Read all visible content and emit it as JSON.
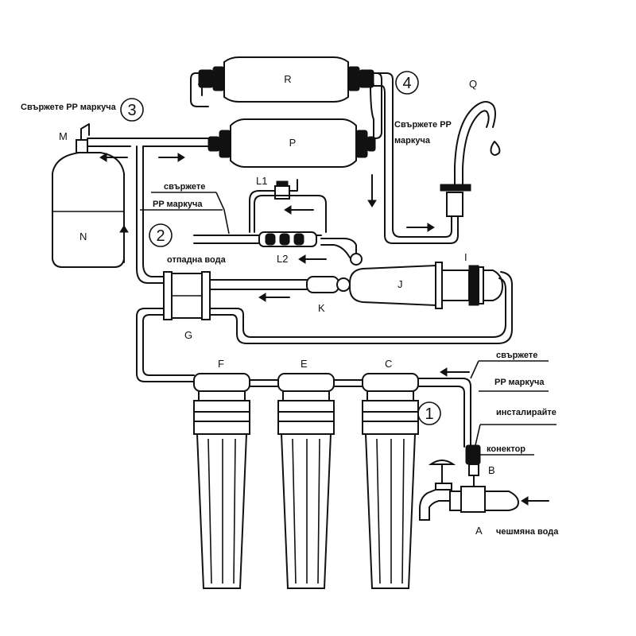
{
  "components": {
    "A": "A",
    "B": "B",
    "C": "C",
    "E": "E",
    "F": "F",
    "G": "G",
    "I": "I",
    "J": "J",
    "K": "K",
    "L1": "L1",
    "L2": "L2",
    "M": "M",
    "N": "N",
    "P": "P",
    "Q": "Q",
    "R": "R"
  },
  "steps": {
    "s1": "1",
    "s2": "2",
    "s3": "3",
    "s4": "4"
  },
  "notes": {
    "connect_tube_tank": "Свържете PP маркуча",
    "connect_tube_faucet_1": "Свържете PP",
    "connect_tube_faucet_2": "маркуча",
    "connect_drain_1": "свържете",
    "connect_drain_2": "PP маркуча",
    "waste_water": "отпадна вода",
    "connect_inlet_1": "свържете",
    "connect_inlet_2": "PP маркуча",
    "install": "инсталирайте",
    "connector": "конектор",
    "tap_water": "чешмяна вода"
  }
}
